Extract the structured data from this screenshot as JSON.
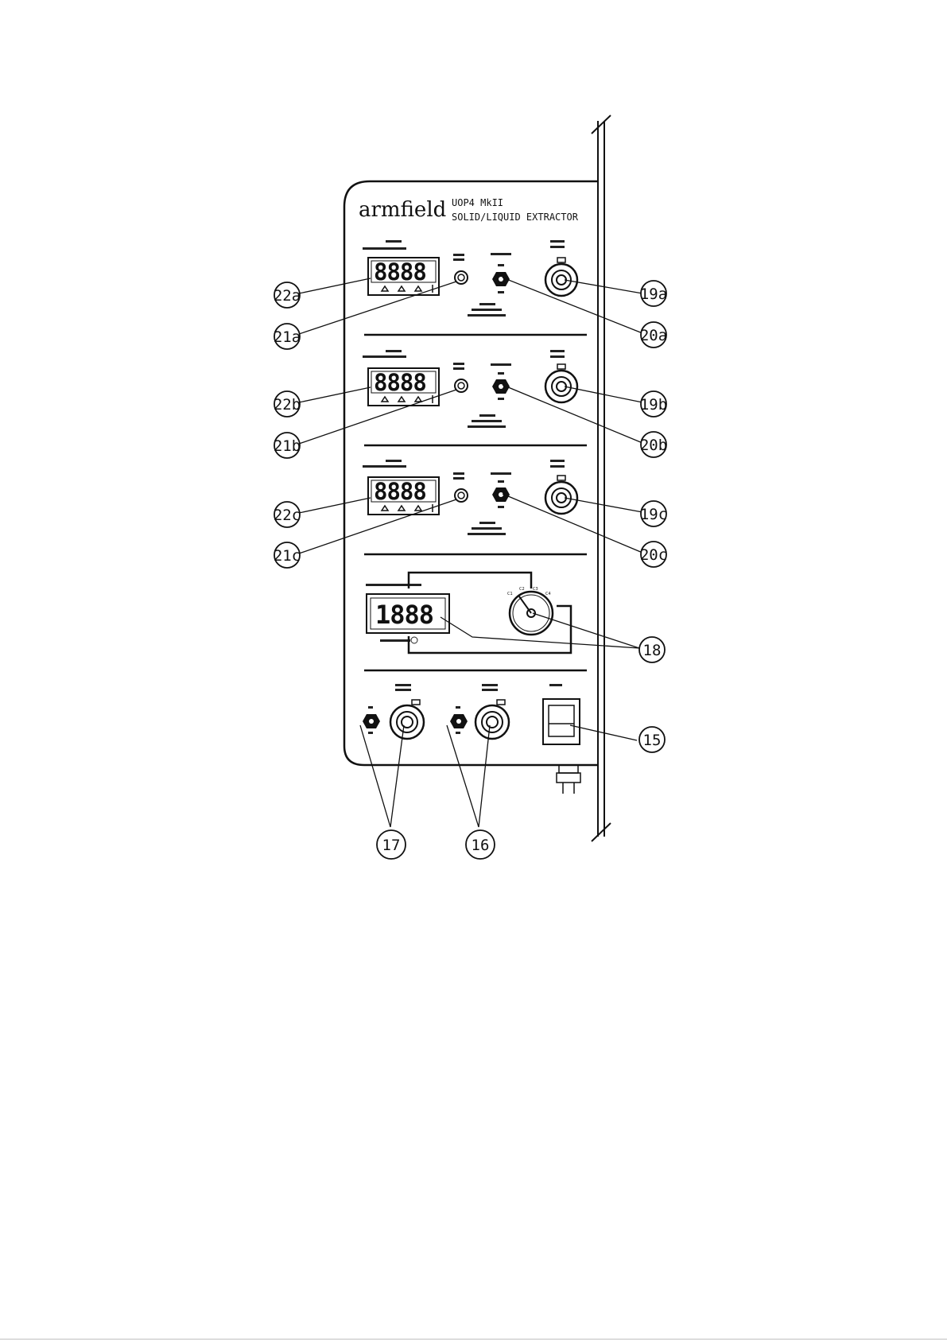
{
  "panel": {
    "brand": "armfield",
    "model_line1": "UOP4 MkII",
    "model_line2": "SOLID/LIQUID EXTRACTOR"
  },
  "stages": [
    {
      "display": "8888"
    },
    {
      "display": "8888"
    },
    {
      "display": "8888"
    }
  ],
  "conductivity_display": "1888",
  "selector_labels": [
    "C1",
    "C2",
    "C3",
    "C4"
  ],
  "callouts": {
    "c22a": "22a",
    "c21a": "21a",
    "c20a": "20a",
    "c19a": "19a",
    "c22b": "22b",
    "c21b": "21b",
    "c20b": "20b",
    "c19b": "19b",
    "c22c": "22c",
    "c21c": "21c",
    "c20c": "20c",
    "c19c": "19c",
    "c18": "18",
    "c17": "17",
    "c16": "16",
    "c15": "15"
  }
}
